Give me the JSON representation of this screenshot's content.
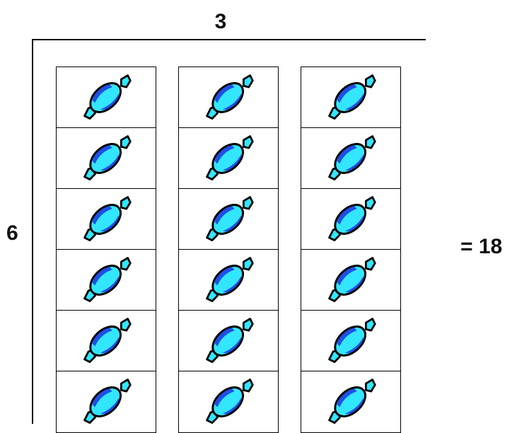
{
  "columns_label": "3",
  "rows_label": "6",
  "result_label": "= 18",
  "grid": {
    "columns": 3,
    "rows": 6,
    "item": "candy-icon"
  },
  "colors": {
    "candy_light": "#33e6ff",
    "candy_dark": "#1f4fe6",
    "outline": "#000000"
  }
}
